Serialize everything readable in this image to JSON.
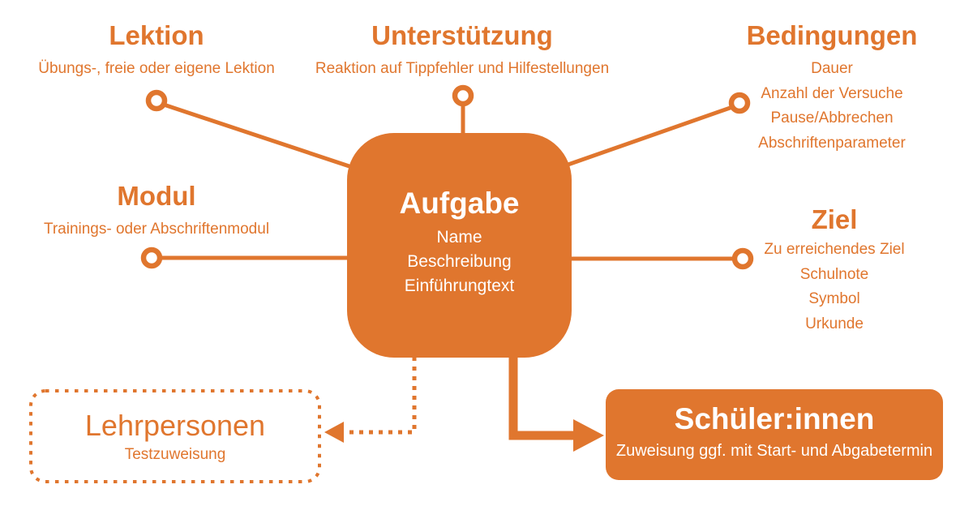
{
  "colors": {
    "orange": "#E0762E",
    "white": "#FFFFFF"
  },
  "center": {
    "title": "Aufgabe",
    "items": [
      "Name",
      "Beschreibung",
      "Einführungtext"
    ]
  },
  "branches": [
    {
      "id": "lektion",
      "title": "Lektion",
      "items": [
        "Übungs-, freie oder eigene Lektion"
      ]
    },
    {
      "id": "unterstuetzung",
      "title": "Unterstützung",
      "items": [
        "Reaktion auf Tippfehler und Hilfestellungen"
      ]
    },
    {
      "id": "bedingungen",
      "title": "Bedingungen",
      "items": [
        "Dauer",
        "Anzahl der Versuche",
        "Pause/Abbrechen",
        "Abschriftenparameter"
      ]
    },
    {
      "id": "modul",
      "title": "Modul",
      "items": [
        "Trainings- oder Abschriftenmodul"
      ]
    },
    {
      "id": "ziel",
      "title": "Ziel",
      "items": [
        "Zu erreichendes Ziel",
        "Schulnote",
        "Symbol",
        "Urkunde"
      ]
    }
  ],
  "teachers_box": {
    "title": "Lehrpersonen",
    "subtitle": "Testzuweisung"
  },
  "students_box": {
    "title": "Schüler:innen",
    "subtitle": "Zuweisung ggf. mit Start- und Abgabetermin"
  }
}
